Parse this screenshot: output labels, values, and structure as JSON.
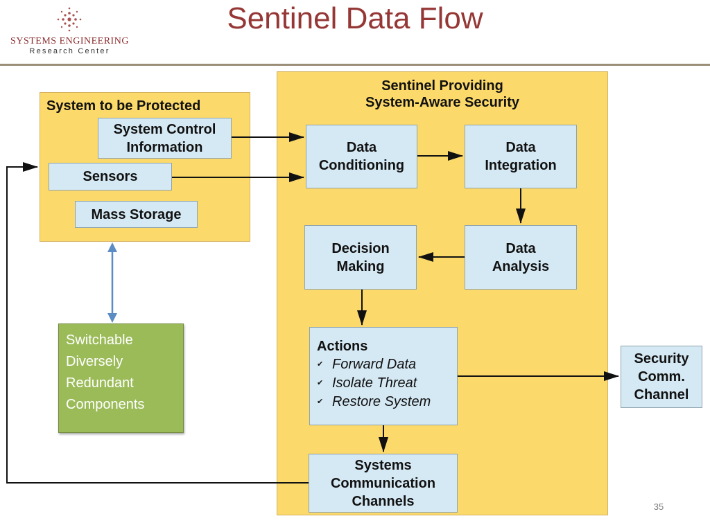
{
  "header": {
    "logo_line1": "SYSTEMS ENGINEERING",
    "logo_line2": "Research Center",
    "title": "Sentinel Data Flow"
  },
  "system_protected": {
    "title": "System to be Protected",
    "system_control": "System Control\nInformation",
    "sensors": "Sensors",
    "mass_storage": "Mass Storage"
  },
  "sentinel": {
    "title": "Sentinel Providing\nSystem-Aware Security",
    "data_conditioning": "Data\nConditioning",
    "data_integration": "Data\nIntegration",
    "data_analysis": "Data\nAnalysis",
    "decision_making": "Decision\nMaking",
    "actions": {
      "title": "Actions",
      "items": [
        "Forward Data",
        "Isolate Threat",
        "Restore System"
      ]
    },
    "systems_comm": "Systems\nCommunication\nChannels"
  },
  "security_comm": "Security\nComm.\nChannel",
  "switchable": [
    "Switchable",
    "Diversely",
    "Redundant",
    "Components"
  ],
  "page_number": "35",
  "colors": {
    "title": "#953735",
    "container_yellow": "#fbd96b",
    "box_blue": "#d5e9f4",
    "green_box": "#9bbb59",
    "double_arrow": "#5b8cc4"
  }
}
